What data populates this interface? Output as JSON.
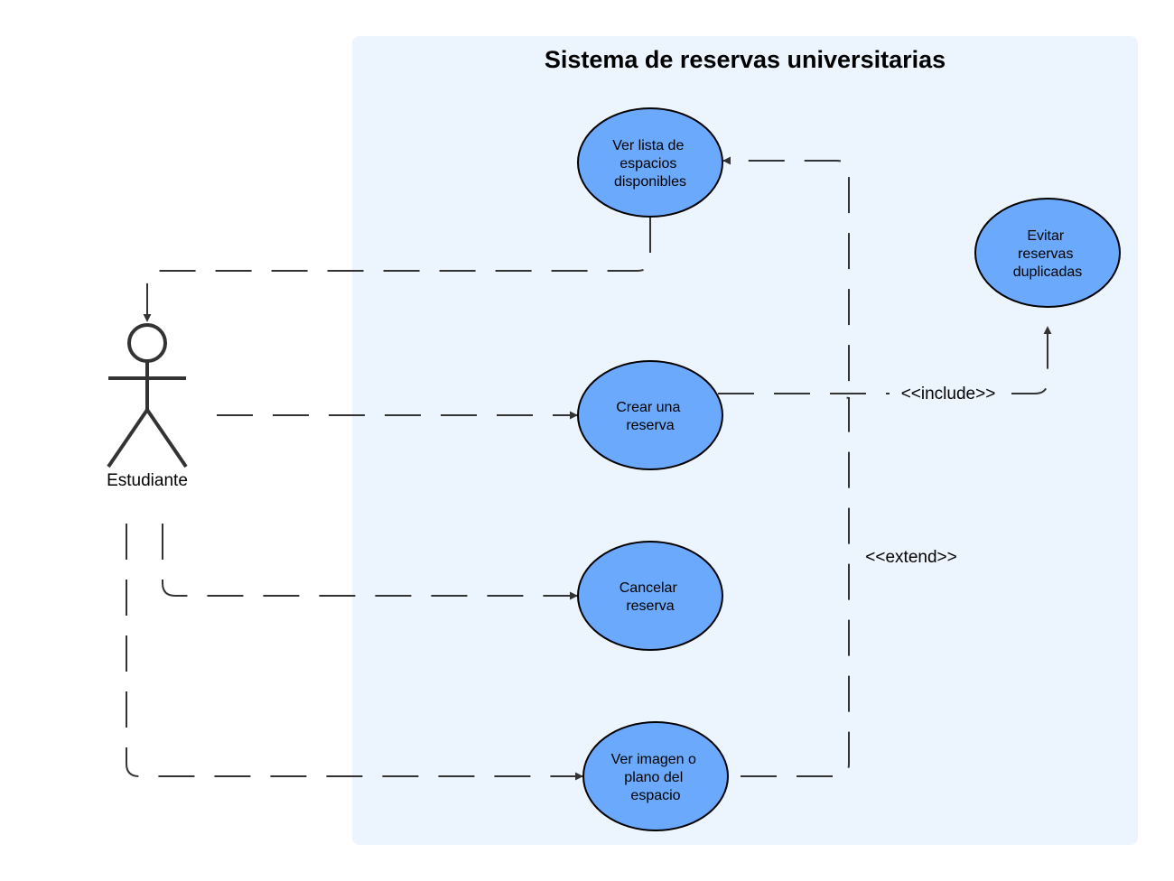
{
  "system": {
    "title": "Sistema de reservas universitarias"
  },
  "actor": {
    "name": "Estudiante"
  },
  "use_cases": {
    "ver_lista": [
      "Ver lista de",
      "espacios",
      "disponibles"
    ],
    "evitar": [
      "Evitar",
      "reservas",
      "duplicadas"
    ],
    "crear": [
      "Crear una",
      "reserva"
    ],
    "cancelar": [
      "Cancelar",
      "reserva"
    ],
    "ver_imagen": [
      "Ver imagen o",
      "plano del",
      "espacio"
    ]
  },
  "relations": {
    "include_label": "<<include>>",
    "extend_label": "<<extend>>"
  },
  "colors": {
    "system_bg": "#ecf4fe",
    "use_case_fill": "#6aa9fb",
    "stroke": "#333333"
  }
}
